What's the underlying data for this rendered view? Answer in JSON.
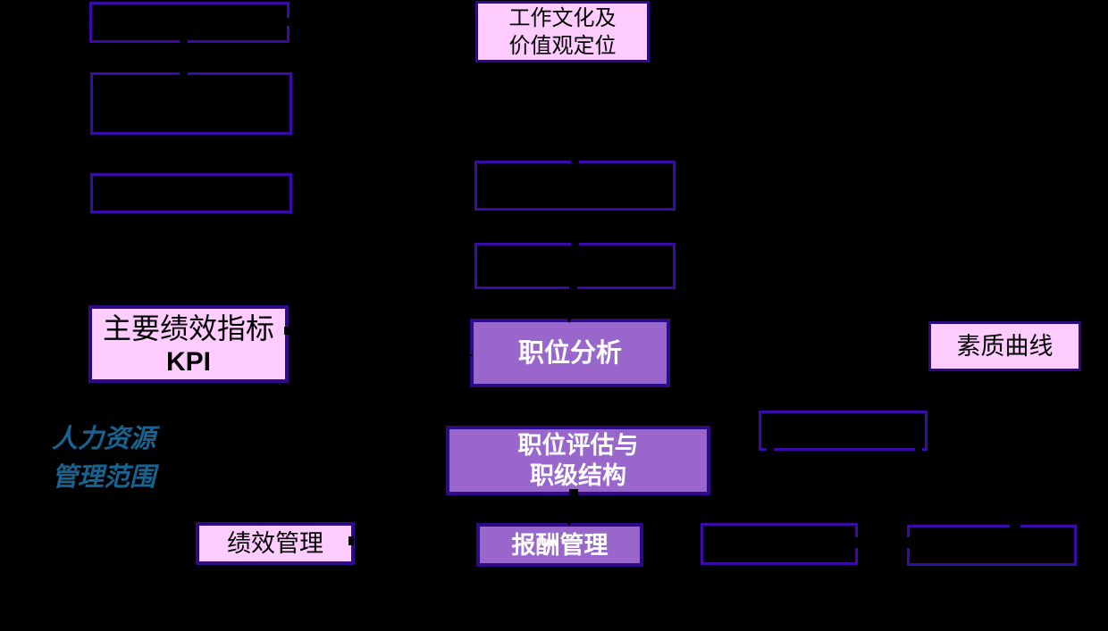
{
  "colors": {
    "background": "#000000",
    "outline_box_border": "#3A0BA8",
    "filled_box_border": "#2D0B86",
    "pink_fill": "#FFCCFF",
    "purple_fill": "#9966CC",
    "white_text": "#FFFFFF",
    "black_text": "#000000",
    "scope_text_blue": "#1A628F"
  },
  "nodes": {
    "culture": {
      "lines": [
        "工作文化及",
        "价值观定位"
      ]
    },
    "kpi": {
      "lines": [
        "主要绩效指标",
        "KPI"
      ]
    },
    "job_analysis": {
      "label": "职位分析"
    },
    "quality_curve": {
      "label": "素质曲线"
    },
    "job_evaluation": {
      "lines": [
        "职位评估与",
        "职级结构"
      ]
    },
    "performance_mgmt": {
      "label": "绩效管理"
    },
    "compensation_mgmt": {
      "label": "报酬管理"
    },
    "hr_scope": {
      "lines": [
        "人力资源",
        "管理范围"
      ]
    }
  }
}
